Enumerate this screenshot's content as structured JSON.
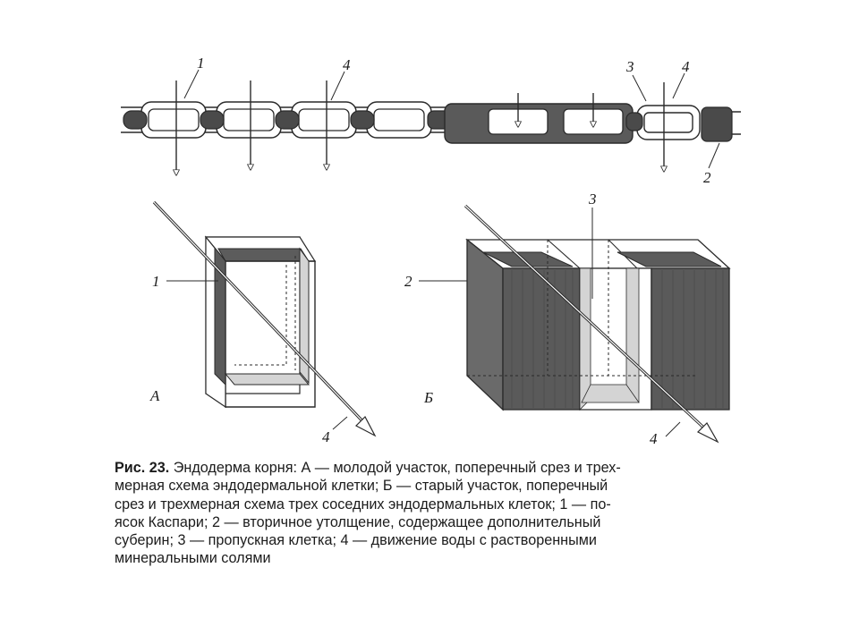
{
  "labels": {
    "a_top_1": "1",
    "a_top_4": "4",
    "b_top_3": "3",
    "b_top_4": "4",
    "b_top_2": "2",
    "a_block_1": "1",
    "a_block_4": "4",
    "a_panel": "А",
    "b_block_3": "3",
    "b_block_2": "2",
    "b_block_4": "4",
    "b_panel": "Б"
  },
  "caption": {
    "head": "Рис. 23.",
    "lines": [
      " Эндодерма корня: А — молодой участок, поперечный срез и трех-",
      "мерная схема эндодермальной клетки; Б — старый участок, поперечный",
      "срез и трехмерная схема трех соседних эндодермальных клеток; 1 — по-",
      "ясок Каспари; 2 — вторичное утолщение, содержащее дополнительный",
      "суберин; 3 — пропускная клетка; 4 — движение воды с растворенными",
      "минеральными солями"
    ]
  },
  "colors": {
    "ink": "#2a2a2a",
    "suberin_dark": "#5a5a5a",
    "suberin_mid": "#7c7c7c",
    "wall_light": "#d9d9d9"
  }
}
